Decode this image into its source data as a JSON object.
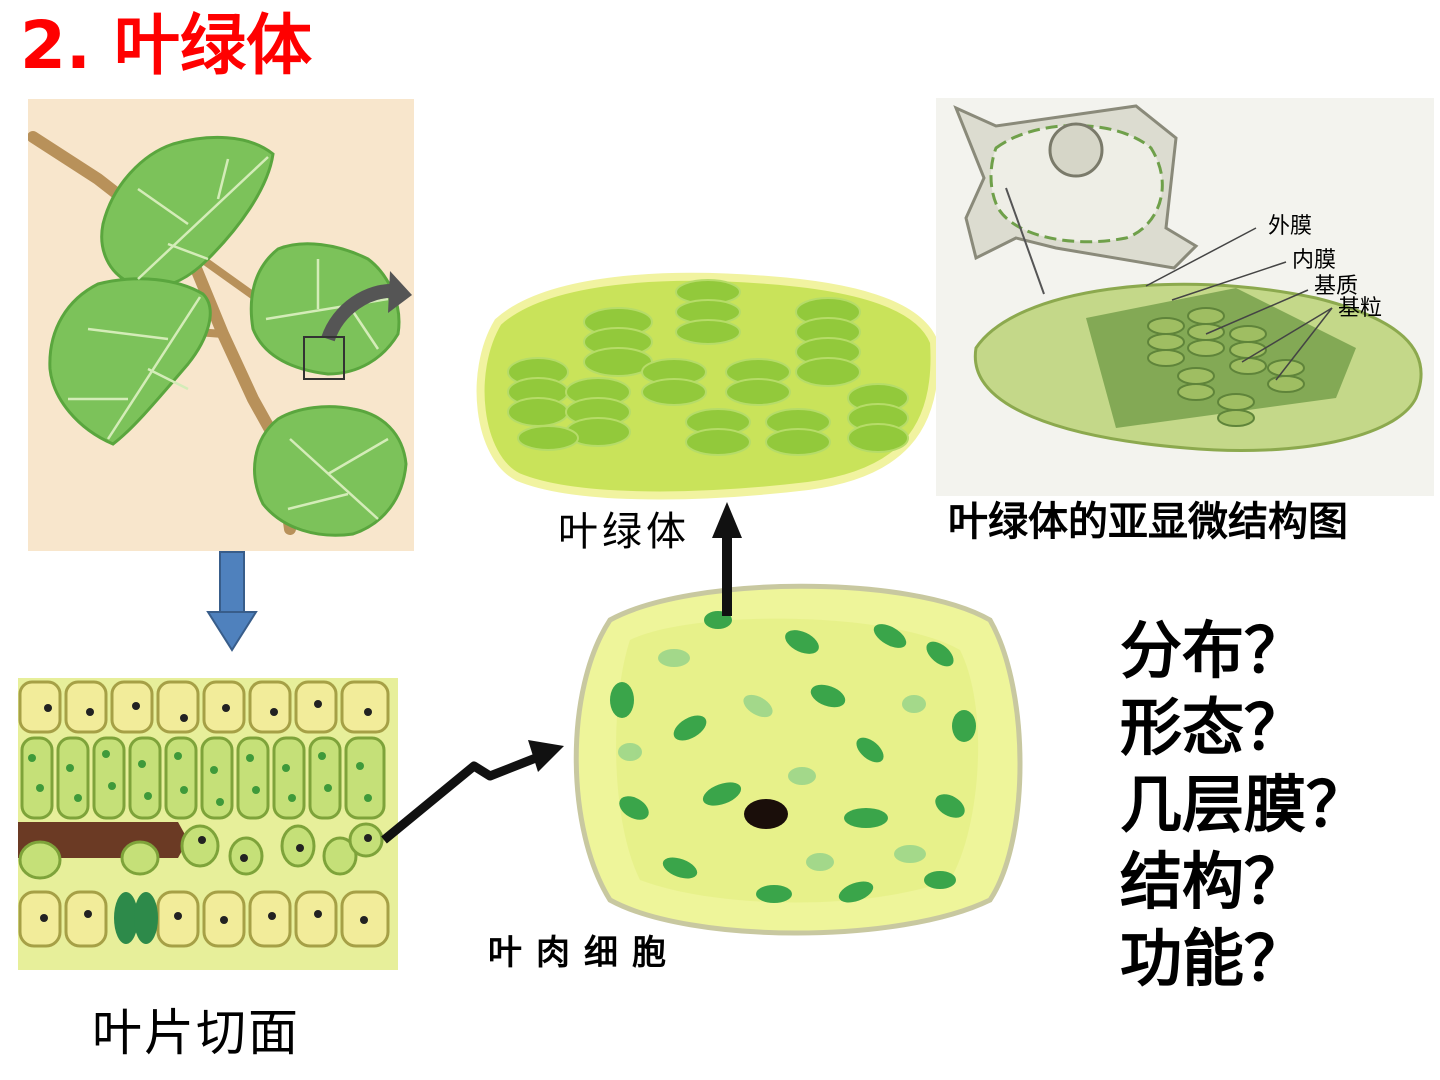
{
  "title": "2. 叶绿体",
  "captions": {
    "chloroplast": "叶绿体",
    "leaf_section": "叶片切面",
    "mesophyll_cell": "叶肉细胞",
    "ultrastructure": "叶绿体的亚显微结构图"
  },
  "ultrastructure_labels": [
    "外膜",
    "内膜",
    "基质",
    "基粒"
  ],
  "questions": [
    "分布？",
    "形态？",
    "几层膜？",
    "结构？",
    "功能？"
  ],
  "colors": {
    "title": "#ff0000",
    "text": "#000000",
    "leaf_background": "#f8e6cc",
    "leaf_green": "#7cc25a",
    "chloroplast_fill": "#c9e35a",
    "grana": "#92c93b",
    "cell_fill": "#eef59a",
    "down_arrow": "#4f81bd"
  }
}
